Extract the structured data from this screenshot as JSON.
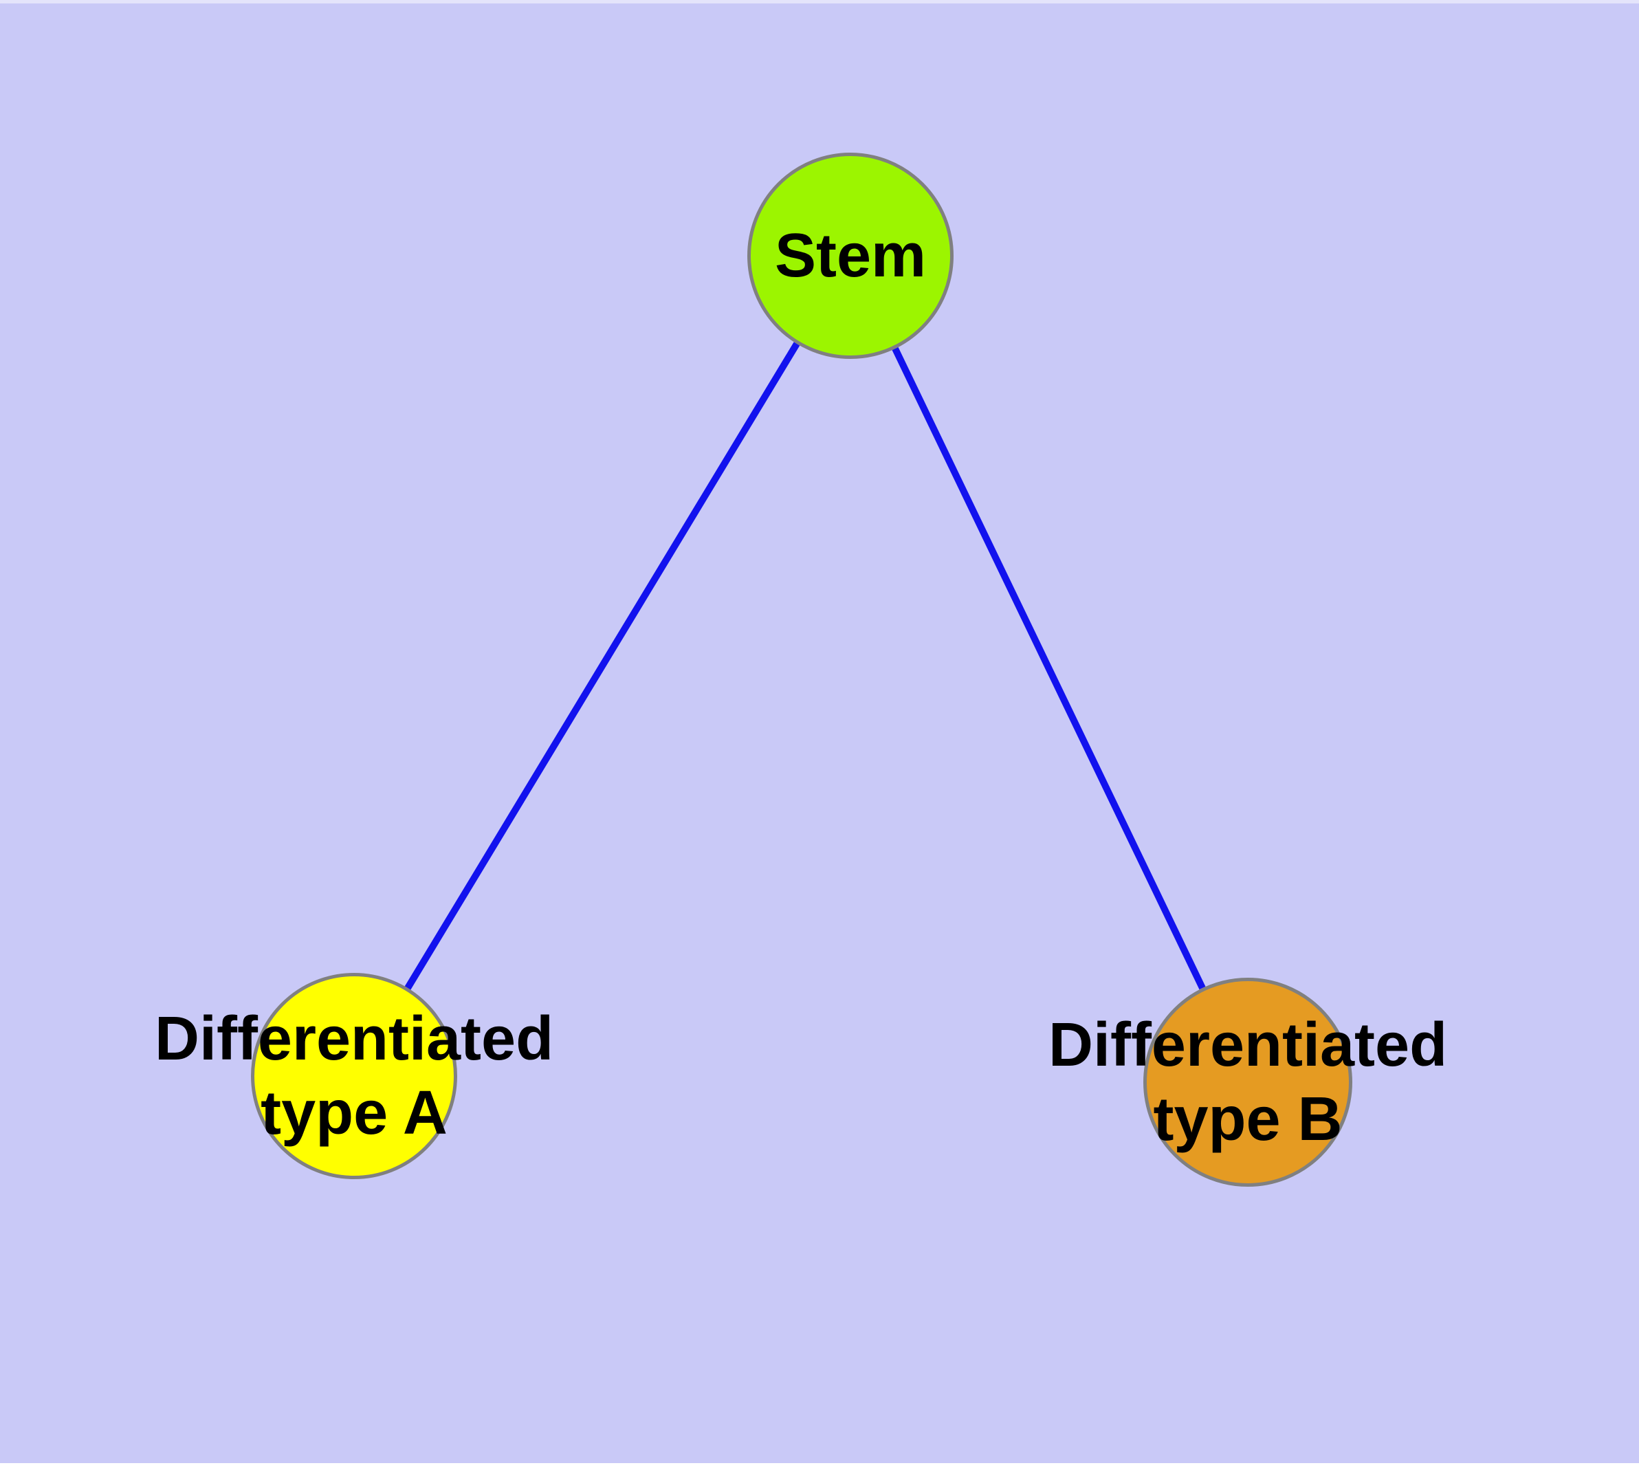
{
  "diagram": {
    "background_color": "#C9C9F7",
    "top_strip_color": "#E4E4FB",
    "bottom_strip_color": "#FFFFFF",
    "text_color": "#000000",
    "node_border_color": "#808080",
    "edge_color": "#1212EE"
  },
  "nodes": [
    {
      "id": "stem",
      "label": "Stem",
      "lines": [
        "Stem"
      ],
      "fill": "#9CF500"
    },
    {
      "id": "differentiated-type-a",
      "label": "Differentiated type A",
      "lines": [
        "Differentiated",
        "type A"
      ],
      "fill": "#FFFF00"
    },
    {
      "id": "differentiated-type-b",
      "label": "Differentiated type B",
      "lines": [
        "Differentiated",
        "type B"
      ],
      "fill": "#E59B22"
    }
  ],
  "edges": [
    {
      "from": "stem",
      "to": "differentiated-type-a"
    },
    {
      "from": "stem",
      "to": "differentiated-type-b"
    }
  ]
}
